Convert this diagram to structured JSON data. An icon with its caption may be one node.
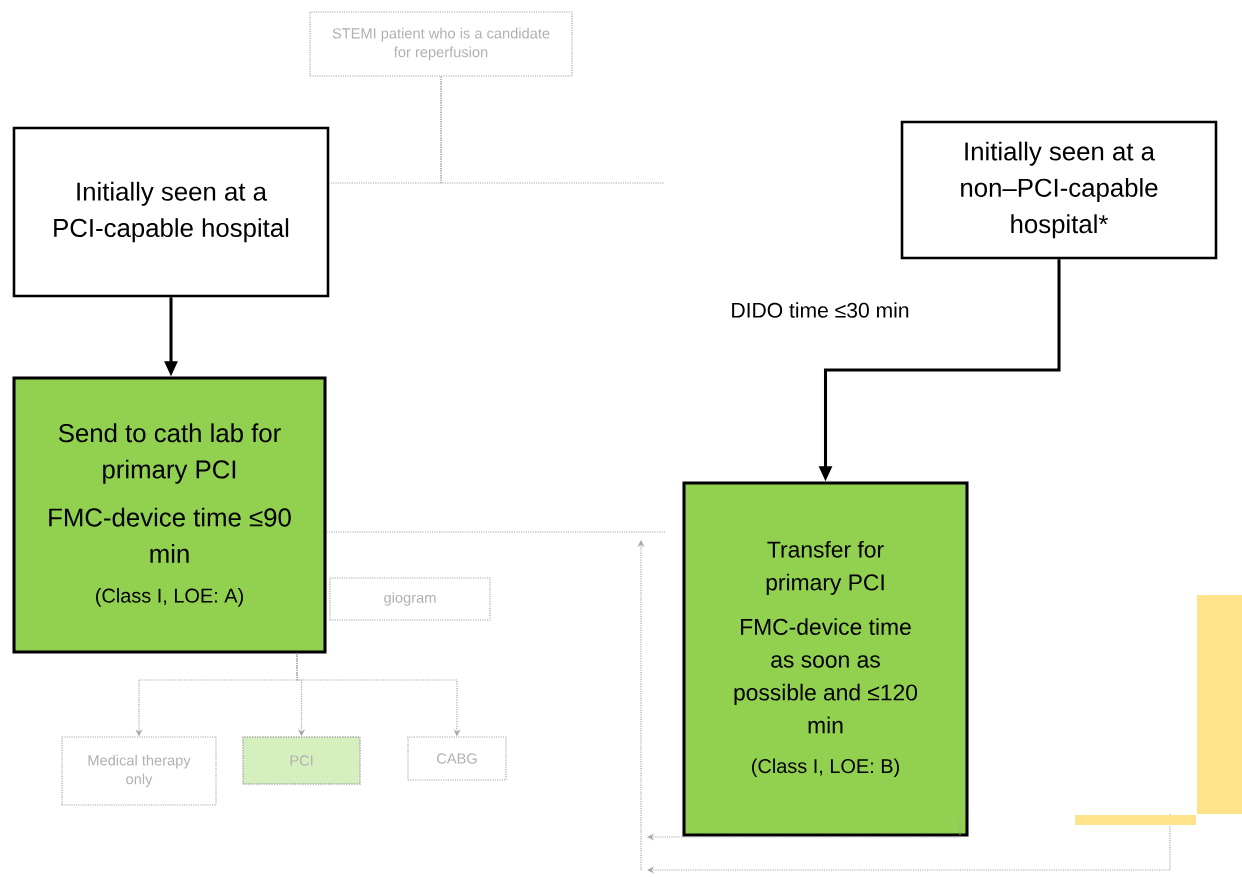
{
  "diagram": {
    "nodes": [
      {
        "text": [
          "STEMI patient who is a candidate for reperfusion"
        ]
      },
      {
        "text": [
          "Initially seen at a PCI-capable hospital"
        ]
      },
      {
        "text": [
          "Initially seen at a non–PCI-capable hospital*"
        ]
      },
      {
        "text": [
          "Send to cath lab for primary PCI",
          "FMC-device time ≤90 min",
          "(Class I, LOE: A)"
        ]
      },
      {
        "text": [
          "Transfer for primary PCI",
          "FMC-device time as soon as possible and ≤120 min",
          "(Class I, LOE: B)"
        ]
      },
      {
        "text": [
          "giogram"
        ]
      },
      {
        "text": [
          "Medical therapy only"
        ]
      },
      {
        "text": [
          "PCI"
        ]
      },
      {
        "text": [
          "CABG"
        ]
      },
      {
        "text": [],
        "shape": "box"
      }
    ],
    "edges": [
      {
        "from": 0,
        "to": 1,
        "arrow": "none",
        "style": "dashed"
      },
      {
        "from": 0,
        "to": null,
        "arrow": "none",
        "style": "dashed"
      },
      {
        "from": 1,
        "to": 3,
        "arrow": "to",
        "style": "thick",
        "color": "#000000"
      },
      {
        "from": 2,
        "to": 4,
        "arrow": "to",
        "style": "thick",
        "color": "#000000",
        "label": "DIDO time ≤30 min"
      },
      {
        "from": 3,
        "to": 6,
        "arrow": "to",
        "style": "dashed"
      },
      {
        "from": 3,
        "to": 7,
        "arrow": "to",
        "style": "dashed"
      },
      {
        "from": 3,
        "to": 8,
        "arrow": "to",
        "style": "dashed"
      },
      {
        "from": 3,
        "to": null,
        "arrow": "none",
        "style": "dashed"
      },
      {
        "from": 9,
        "to": null,
        "arrow": "to",
        "style": "dashed"
      }
    ]
  }
}
